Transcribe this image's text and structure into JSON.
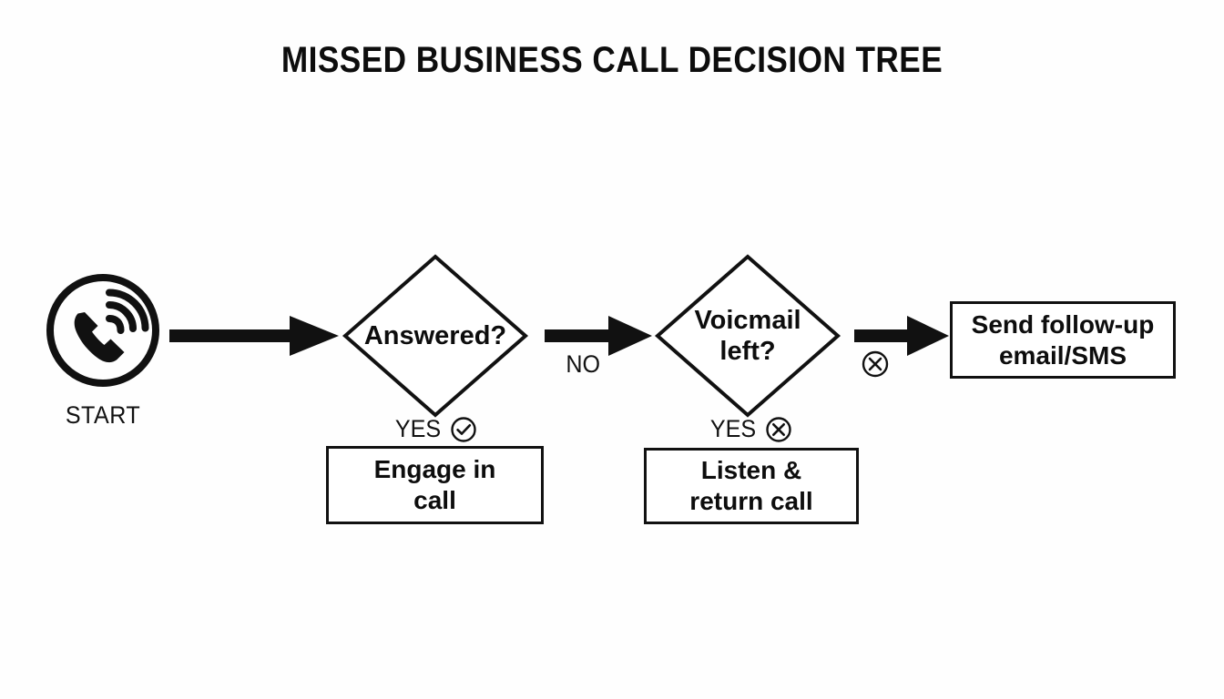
{
  "title": "MISSED BUSINESS CALL DECISION TREE",
  "background_color": "#fefefe",
  "ink_color": "#111111",
  "chart_data": {
    "type": "diagram",
    "diagram_kind": "flowchart-decision-tree",
    "title": "MISSED BUSINESS CALL DECISION TREE",
    "orientation": "left-to-right",
    "nodes": [
      {
        "id": "start",
        "shape": "circle-icon",
        "label": "START",
        "icon": "phone-ringing-icon"
      },
      {
        "id": "answered",
        "shape": "diamond",
        "label": "Answered?"
      },
      {
        "id": "engage",
        "shape": "rectangle",
        "label": "Engage in call"
      },
      {
        "id": "voicemail",
        "shape": "diamond",
        "label": "Voicmail left?"
      },
      {
        "id": "listen",
        "shape": "rectangle",
        "label": "Listen & return call"
      },
      {
        "id": "followup",
        "shape": "rectangle",
        "label": "Send follow-up email/SMS"
      }
    ],
    "edges": [
      {
        "from": "start",
        "to": "answered",
        "label": "",
        "marker": ""
      },
      {
        "from": "answered",
        "to": "engage",
        "label": "YES",
        "marker": "check-circle-icon"
      },
      {
        "from": "answered",
        "to": "voicemail",
        "label": "NO",
        "marker": ""
      },
      {
        "from": "voicemail",
        "to": "listen",
        "label": "YES",
        "marker": "x-circle-icon"
      },
      {
        "from": "voicemail",
        "to": "followup",
        "label": "",
        "marker": "x-circle-icon"
      }
    ]
  },
  "start": {
    "label": "START",
    "icon": "phone-ringing-icon"
  },
  "decision_answered": {
    "text": "Answered?"
  },
  "decision_voicemail": {
    "line1": "Voicmail",
    "line2": "left?"
  },
  "branch_yes_answered": {
    "label": "YES",
    "symbol": "check-circle-icon"
  },
  "branch_no": {
    "label": "NO"
  },
  "branch_yes_voicemail": {
    "label": "YES",
    "symbol": "x-circle-icon"
  },
  "branch_followup": {
    "label": "",
    "symbol": "x-circle-icon"
  },
  "box_engage": {
    "line1": "Engage in",
    "line2": "call"
  },
  "box_listen": {
    "line1": "Listen &",
    "line2": "return call"
  },
  "box_followup": {
    "line1": "Send follow-up",
    "line2": "email/SMS"
  }
}
